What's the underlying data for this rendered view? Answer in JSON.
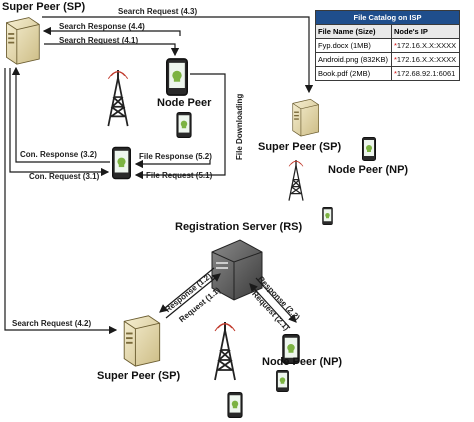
{
  "catalog": {
    "title": "File Catalog on ISP",
    "columns": [
      "File Name (Size)",
      "Node's IP"
    ],
    "rows": [
      {
        "file": "Fyp.docx (1MB)",
        "mark": "*",
        "ip": "172.16.X.X:XXXX"
      },
      {
        "file": "Android.png (832KB)",
        "mark": "*",
        "ip": "172.16.X.X:XXXX"
      },
      {
        "file": "Book.pdf (2MB)",
        "mark": "*",
        "ip": "172.68.92.1:6061"
      }
    ]
  },
  "nodes": {
    "super_peer_top": "Super Peer (SP)",
    "node_peer_top": "Node Peer",
    "super_peer_right": "Super Peer (SP)",
    "node_peer_right": "Node Peer (NP)",
    "registration_server": "Registration Server (RS)",
    "super_peer_bottom": "Super Peer (SP)",
    "node_peer_bottom": "Node Peer (NP)"
  },
  "messages": {
    "search_request_43": "Search Request (4.3)",
    "search_response_44": "Search Response (4.4)",
    "search_request_41": "Search Request (4.1)",
    "file_downloading": "File Downloading",
    "con_response_32": "Con. Response (3.2)",
    "file_response_52": "File Response (5.2)",
    "con_request_31": "Con. Request (3.1)",
    "file_request_51": "File Request (5.1)",
    "search_request_42": "Search Request (4.2)",
    "response_12": "Response (1.2)",
    "request_11": "Request (1.1)",
    "response_22": "Response (2.2)",
    "request_21": "Request (2.1)"
  },
  "colors": {
    "line": "#1a1a1a",
    "server_beige": "#e8dcb0",
    "rs_gray": "#555555",
    "phone_screen": "#3aa34a",
    "table_header": "#1f4e8c",
    "ip_star": "#d00000"
  }
}
